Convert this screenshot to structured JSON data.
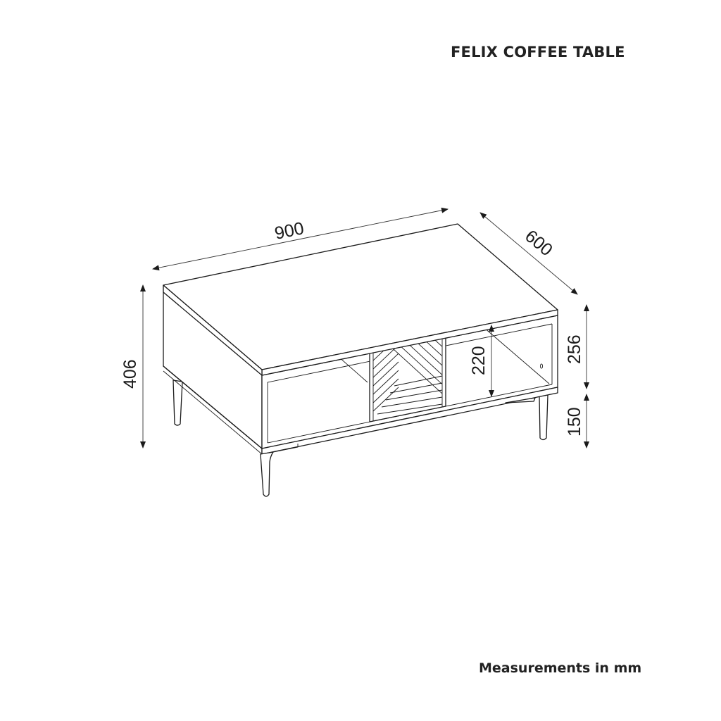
{
  "title": "FELIX COFFEE TABLE",
  "footer_note": "Measurements in mm",
  "units": "mm",
  "dimensions": {
    "width": "900",
    "depth": "600",
    "total_height": "406",
    "body_height": "256",
    "leg_height": "150",
    "shelf_opening_height": "220"
  },
  "colors": {
    "line": "#1a1a1a",
    "text": "#222222",
    "background": "#ffffff"
  }
}
